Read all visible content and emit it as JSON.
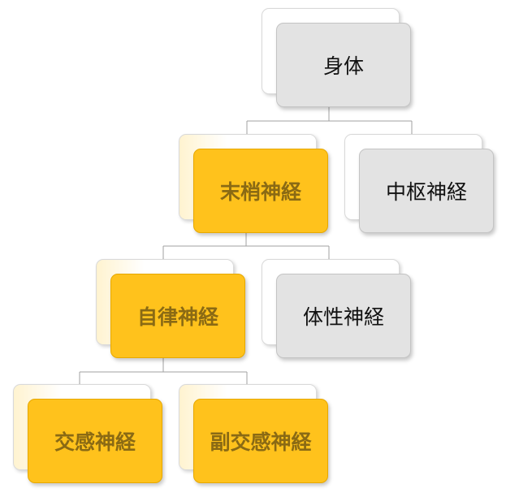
{
  "diagram": {
    "colors": {
      "highlight_fill": "#ffc21c",
      "highlight_text": "#8a6a14",
      "node_fill": "#e3e3e3",
      "node_text": "#111111",
      "connector": "#a0a0a0"
    },
    "nodes": {
      "body": "身体",
      "peripheral": "末梢神経",
      "central": "中枢神経",
      "autonomic": "自律神経",
      "somatic": "体性神経",
      "sympathetic": "交感神経",
      "parasympathetic": "副交感神経"
    },
    "highlighted": [
      "末梢神経",
      "自律神経",
      "交感神経",
      "副交感神経"
    ]
  }
}
